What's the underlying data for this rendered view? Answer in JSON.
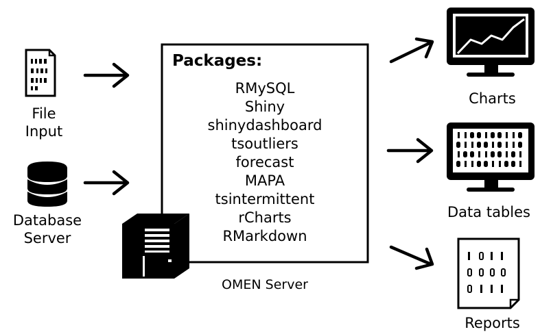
{
  "inputs": {
    "file_label": [
      "File",
      "Input"
    ],
    "database_label": [
      "Database",
      "Server"
    ]
  },
  "server": {
    "packages_title": "Packages:",
    "packages": [
      "RMySQL",
      "Shiny",
      "shinydashboard",
      "tsoutliers",
      "forecast",
      "MAPA",
      "tsintermittent",
      "rCharts",
      "RMarkdown"
    ],
    "caption": "OMEN Server"
  },
  "outputs": {
    "charts_label": "Charts",
    "tables_label": "Data tables",
    "reports_label": "Reports"
  },
  "icons": {
    "file": "file-document-icon",
    "database": "database-icon",
    "server": "server-tower-icon",
    "charts": "monitor-chart-icon",
    "tables": "monitor-binary-table-icon",
    "reports": "report-document-icon",
    "arrow": "arrow-right-icon"
  },
  "colors": {
    "ink": "#000000",
    "paper": "#ffffff"
  }
}
